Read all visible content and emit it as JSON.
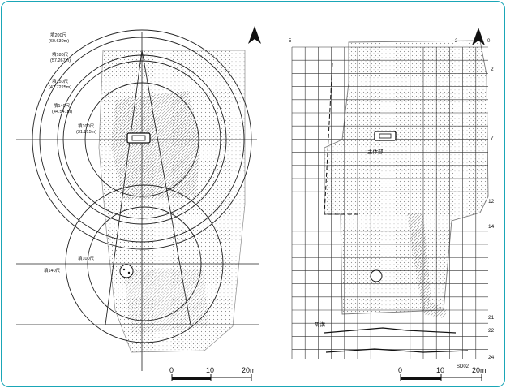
{
  "left_panel": {
    "circle_labels": [
      {
        "name": "墳200尺",
        "value": "(60.630m)"
      },
      {
        "name": "墳180尺",
        "value": "(57.267m)"
      },
      {
        "name": "墳150尺",
        "value": "(47.7225m)"
      },
      {
        "name": "墳140尺",
        "value": "(44.541m)"
      },
      {
        "name": "墳100尺",
        "value": "(31.815m)"
      }
    ],
    "lower_labels": [
      "墳100尺",
      "墳140尺"
    ],
    "scale_bar": {
      "ticks": [
        "0",
        "10",
        "20m"
      ]
    }
  },
  "right_panel": {
    "top_labels": [
      "5",
      "2",
      "0"
    ],
    "right_labels": [
      "2",
      "7",
      "12",
      "14",
      "21",
      "22",
      "24"
    ],
    "feature_labels": {
      "main": "主体部",
      "ditch": "周溝",
      "code": "SD02"
    },
    "scale_bar": {
      "ticks": [
        "0",
        "10",
        "20m"
      ]
    }
  },
  "colors": {
    "frame": "#1aa6b7",
    "ink": "#111111",
    "grid": "#333333"
  }
}
